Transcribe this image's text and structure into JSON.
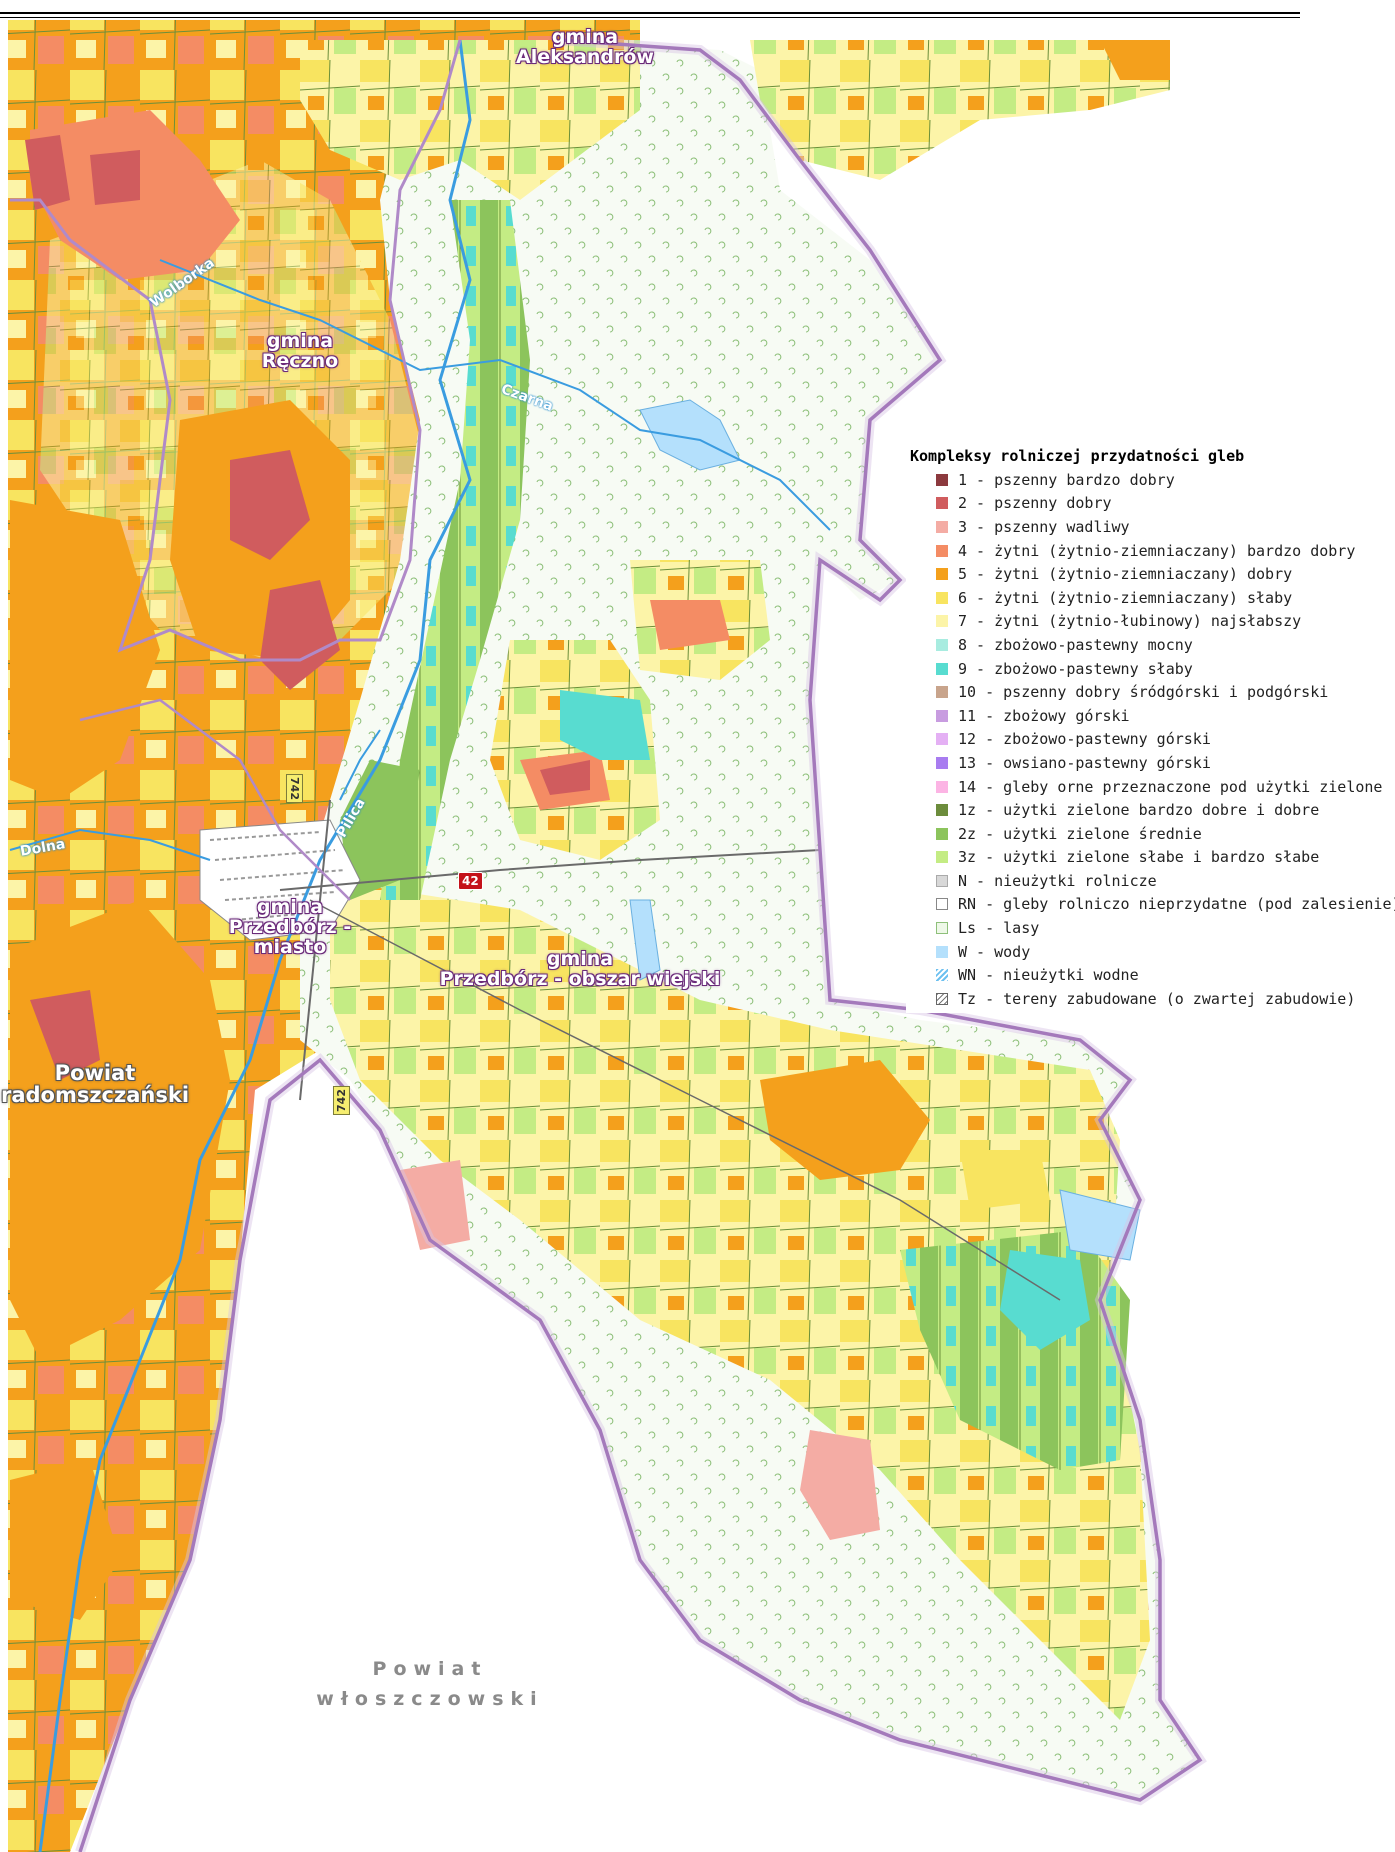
{
  "labels": {
    "gmina_aleksandrow": [
      "gmina",
      "Aleksandrów"
    ],
    "gmina_reczno": [
      "gmina",
      "Ręczno"
    ],
    "gmina_przedborz_miasto": [
      "gmina",
      "Przedbórz - miasto"
    ],
    "gmina_przedborz_wies": [
      "gmina",
      "Przedbórz - obszar wiejski"
    ],
    "powiat_radomszczanski": [
      "Powiat",
      "radomszczański"
    ],
    "powiat_wloszczowski": [
      "Powiat",
      "włoszczowski"
    ]
  },
  "rivers": {
    "pilica": "Pilica",
    "czarna": "Czarna",
    "dolna": "Dolna",
    "wolborka": "Wolborka"
  },
  "roads": {
    "r742_a": "742",
    "r742_b": "742",
    "r42": "42"
  },
  "legend": {
    "title": "Kompleksy rolniczej przydatności gleb",
    "items": [
      {
        "label": "1 - pszenny bardzo dobry",
        "color": "#8c3a3e"
      },
      {
        "label": "2 - pszenny dobry",
        "color": "#d05c5e"
      },
      {
        "label": "3 - pszenny wadliwy",
        "color": "#f4aca4"
      },
      {
        "label": "4 - żytni (żytnio-ziemniaczany) bardzo dobry",
        "color": "#f48c64"
      },
      {
        "label": "5 - żytni (żytnio-ziemniaczany) dobry",
        "color": "#f4a01c"
      },
      {
        "label": "6 - żytni (żytnio-ziemniaczany) słaby",
        "color": "#f8e460"
      },
      {
        "label": "7 - żytni (żytnio-łubinowy) najsłabszy",
        "color": "#fcf4a8"
      },
      {
        "label": "8 - zbożowo-pastewny mocny",
        "color": "#a8ece0"
      },
      {
        "label": "9 - zbożowo-pastewny słaby",
        "color": "#58dcd0"
      },
      {
        "label": "10 - pszenny dobry śródgórski i podgórski",
        "color": "#c8a48c"
      },
      {
        "label": "11 - zbożowy górski",
        "color": "#c89ce0"
      },
      {
        "label": "12 - zbożowo-pastewny górski",
        "color": "#e4b0f4"
      },
      {
        "label": "13 - owsiano-pastewny górski",
        "color": "#a87cf0"
      },
      {
        "label": "14 - gleby orne przeznaczone pod użytki zielone",
        "color": "#fcb4e4"
      },
      {
        "label": "1z - użytki zielone bardzo dobre i dobre",
        "color": "#6c8c3c"
      },
      {
        "label": "2z - użytki zielone średnie",
        "color": "#8cc45c"
      },
      {
        "label": "3z - użytki zielone słabe i bardzo słabe",
        "color": "#c4ec84"
      },
      {
        "label": "N - nieużytki rolnicze",
        "color": "#d8d8d8"
      },
      {
        "label": "RN - gleby rolniczo nieprzydatne (pod zalesienie)",
        "color": "#ffffff"
      },
      {
        "label": "Ls - lasy",
        "color": "#ffffff"
      },
      {
        "label": "W - wody",
        "color": "#b4e0fc"
      },
      {
        "label": "WN - nieużytki wodne",
        "color": "#6cc0f0"
      },
      {
        "label": "Tz - tereny zabudowane (o zwartej zabudowie)",
        "color": "#ffffff"
      }
    ]
  }
}
